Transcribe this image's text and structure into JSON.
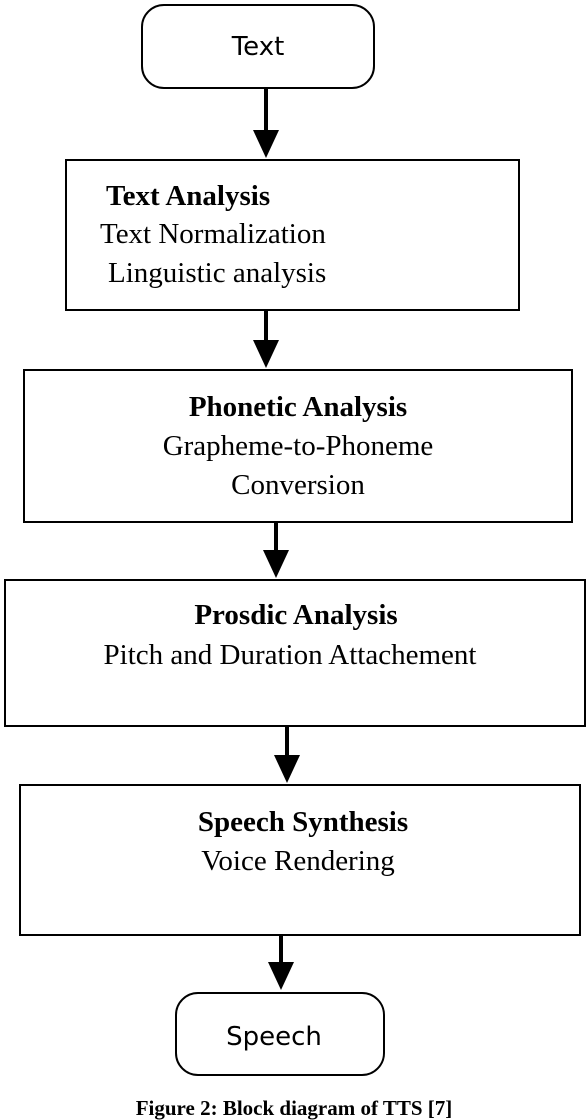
{
  "diagram": {
    "start": {
      "label": "Text"
    },
    "stages": [
      {
        "title": "Text Analysis",
        "lines": [
          "Text Normalization",
          "Linguistic analysis"
        ]
      },
      {
        "title": "Phonetic Analysis",
        "lines": [
          "Grapheme-to-Phoneme",
          "Conversion"
        ]
      },
      {
        "title": "Prosdic Analysis",
        "lines": [
          "Pitch and Duration Attachement"
        ]
      },
      {
        "title": "Speech Synthesis",
        "lines": [
          "Voice Rendering"
        ]
      }
    ],
    "end": {
      "label": "Speech"
    }
  },
  "caption": "Figure 2: Block diagram of TTS [7]"
}
